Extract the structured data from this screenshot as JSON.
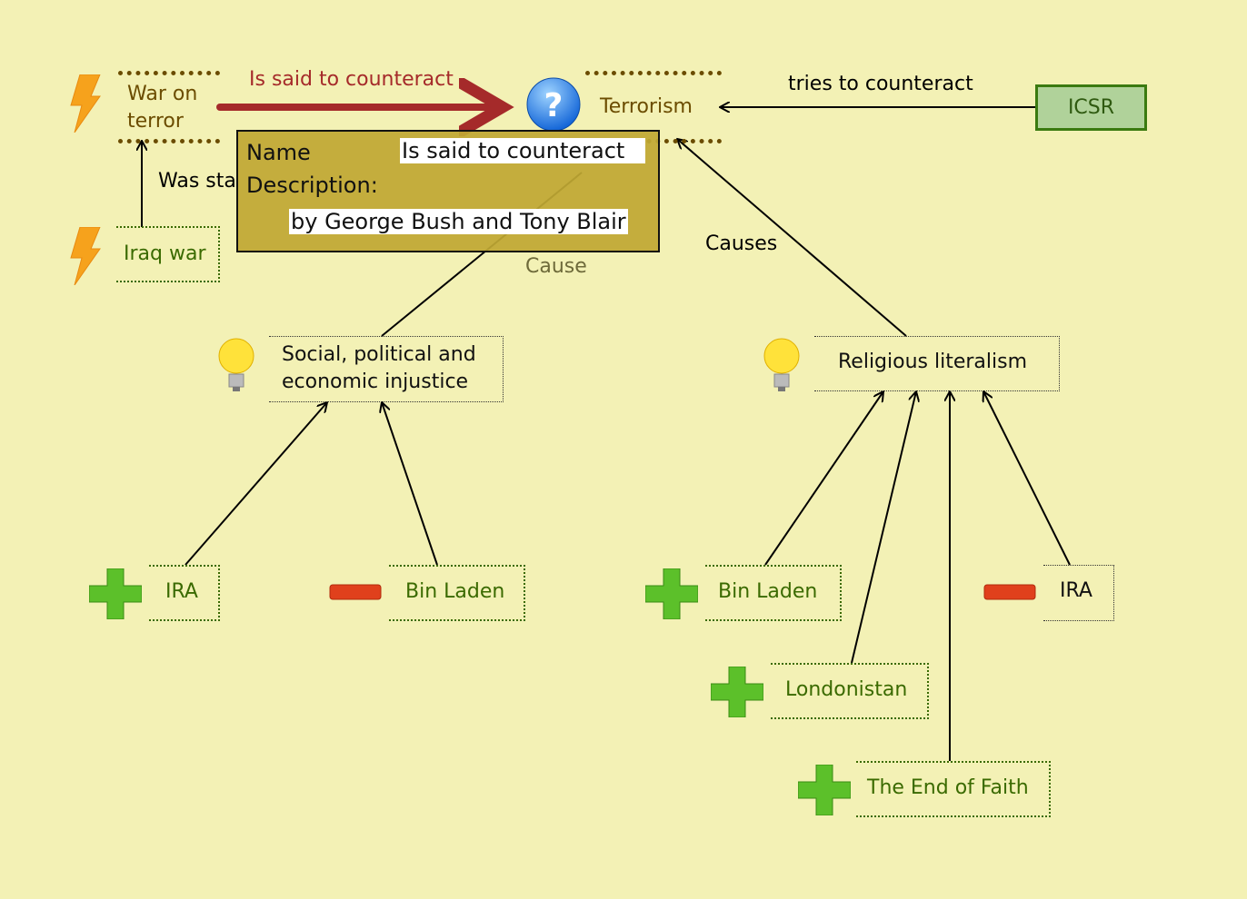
{
  "colors": {
    "background": "#f3f1b5",
    "tooltip": "#c4ad3b",
    "strong_edge": "#a52a2a",
    "issue_text": "#6b4c00",
    "argument_text": "#3a6a00",
    "icsr_fill": "#b0d29a"
  },
  "nodes": {
    "war_on_terror": {
      "label_line1": "War on",
      "label_line2": "terror",
      "icon": "lightning-icon"
    },
    "iraq_war": {
      "label": "Iraq war",
      "icon": "lightning-icon"
    },
    "terrorism": {
      "label": "Terrorism",
      "icon": "question-icon"
    },
    "icsr": {
      "label": "ICSR"
    },
    "social": {
      "label_line1": "Social, political and",
      "label_line2": "economic injustice",
      "icon": "lightbulb-icon"
    },
    "religious": {
      "label": "Religious literalism",
      "icon": "lightbulb-icon"
    },
    "ira_pro": {
      "label": "IRA",
      "icon": "plus-icon"
    },
    "bin_laden_con": {
      "label": "Bin Laden",
      "icon": "minus-icon"
    },
    "bin_laden_pro": {
      "label": "Bin Laden",
      "icon": "plus-icon"
    },
    "ira_con": {
      "label": "IRA",
      "icon": "minus-icon"
    },
    "londonistan": {
      "label": "Londonistan",
      "icon": "plus-icon"
    },
    "end_of_faith": {
      "label": "The End of Faith",
      "icon": "plus-icon"
    }
  },
  "edges": {
    "said_counteract": "Is said to counteract",
    "tries_counteract": "tries to counteract",
    "was_started": "Was sta",
    "causes": "Causes",
    "cause": "Cause"
  },
  "tooltip": {
    "name_label": "Name",
    "name_value": "Is said to counteract",
    "description_label": "Description:",
    "description_value": "by George Bush and Tony Blair"
  }
}
